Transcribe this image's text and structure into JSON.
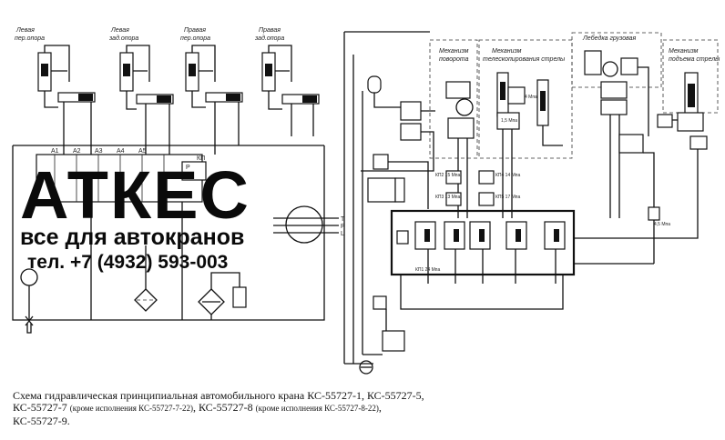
{
  "logo": {
    "main": "АТКЕС",
    "sub": "все для автокранов",
    "phone": "тел. +7 (4932) 593-003"
  },
  "outrigger_labels": [
    {
      "line1": "Левая",
      "line2": "пер.опора"
    },
    {
      "line1": "Левая",
      "line2": "зад.опора"
    },
    {
      "line1": "Правая",
      "line2": "пер.опора"
    },
    {
      "line1": "Правая",
      "line2": "зад.опора"
    }
  ],
  "valve_ports": [
    "A1",
    "A2",
    "A3",
    "A4",
    "A5",
    "P",
    "КП"
  ],
  "side_ports": [
    "T",
    "P",
    "L"
  ],
  "mechanism_labels": {
    "rotation": {
      "line1": "Механизм",
      "line2": "поворота"
    },
    "telescoping": {
      "line1": "Механизм",
      "line2": "телескопирования стрелы"
    },
    "winch": {
      "line1": "Лебедка грузовая"
    },
    "boom_lift": {
      "line1": "Механизм",
      "line2": "подъема стрелы"
    }
  },
  "pressure_labels": [
    "КП2 15 Мпа",
    "КП4 14 Мпа",
    "КП3 13 Мпа",
    "КП5 17 Мпа",
    "КП1 24 Мпа",
    "1,5 Мпа",
    "4,5 Мпа",
    "4 Мпа"
  ],
  "caption": {
    "line1": "Схема гидравлическая принципиальная автомобильного крана КС-55727-1, КС-55727-5,",
    "line2a": "КС-55727-7 ",
    "line2b": "(кроме исполнения КС-55727-7-22)",
    "line2c": ", КС-55727-8 ",
    "line2d": "(кроме исполнения КС-55727-8-22)",
    "line2e": ",",
    "line3": "КС-55727-9."
  }
}
